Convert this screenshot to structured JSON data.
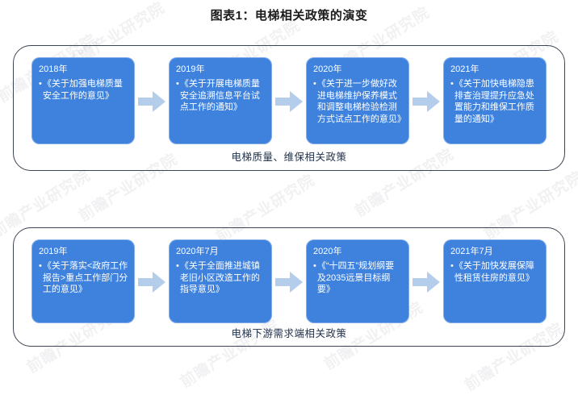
{
  "title": "图表1：电梯相关政策的演变",
  "colors": {
    "card_blue": "#3f82de",
    "arrow_blue": "#b3cdeb",
    "frame_border": "#3c4352",
    "background": "#ffffff",
    "caption_text": "#22324a",
    "title_text": "#1b1b1b"
  },
  "watermark": {
    "text": "前瞻产业研究院"
  },
  "groups": [
    {
      "caption": "电梯质量、维保相关政策",
      "cards": [
        {
          "year": "2018年",
          "bullet": "•",
          "text": "《关于加强电梯质量安全工作的意见》"
        },
        {
          "year": "2019年",
          "bullet": "•",
          "text": "《关于开展电梯质量安全追溯信息平台试点工作的通知》"
        },
        {
          "year": "2020年",
          "bullet": "•",
          "text": "《关于进一步做好改进电梯维护保养模式和调整电梯检验检测方式试点工作的意见》"
        },
        {
          "year": "2021年",
          "bullet": "•",
          "text": "《关于加快电梯隐患排查治理提升应急处置能力和维保工作质量的通知》"
        }
      ]
    },
    {
      "caption": "电梯下游需求端相关政策",
      "cards": [
        {
          "year": "2019年",
          "bullet": "•",
          "text": "《关于落实<政府工作报告>重点工作部门分工的意见》"
        },
        {
          "year": "2020年7月",
          "bullet": "•",
          "text": "《关于全面推进城镇老旧小区改造工作的指导意见》"
        },
        {
          "year": "2020年",
          "bullet": "•",
          "text": "《“十四五”规划纲要及2035远景目标纲要》"
        },
        {
          "year": "2021年7月",
          "bullet": "•",
          "text": "《关于加快发展保障性租赁住房的意见》"
        }
      ]
    }
  ]
}
